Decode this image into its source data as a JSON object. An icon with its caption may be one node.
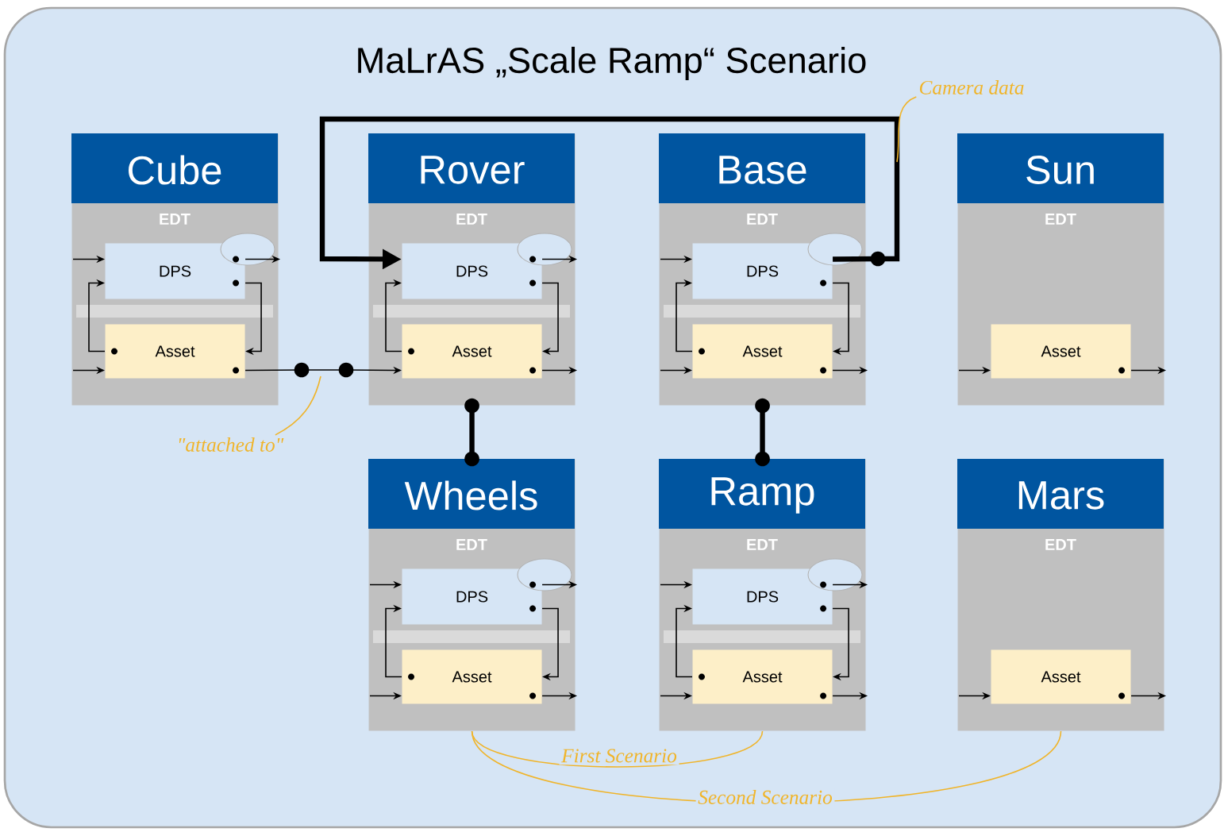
{
  "diagram": {
    "title": "MaLrAS „Scale Ramp“ Scenario",
    "nodes": [
      {
        "text": [
          "Cube",
          "EDT"
        ]
      },
      {
        "text": [
          "DPS"
        ],
        "in": 0
      },
      {
        "text": [
          "Asset"
        ],
        "in": 0
      },
      {
        "text": [
          "Rover",
          "EDT"
        ]
      },
      {
        "text": [
          "DPS"
        ],
        "in": 3
      },
      {
        "text": [
          "Asset"
        ],
        "in": 3
      },
      {
        "text": [
          "Base",
          "EDT"
        ]
      },
      {
        "text": [
          "DPS"
        ],
        "in": 6
      },
      {
        "text": [
          "Asset"
        ],
        "in": 6
      },
      {
        "text": [
          "Sun",
          "EDT"
        ]
      },
      {
        "text": [
          "Asset"
        ],
        "in": 9
      },
      {
        "text": [
          "Wheels",
          "EDT"
        ]
      },
      {
        "text": [
          "DPS"
        ],
        "in": 11
      },
      {
        "text": [
          "Asset"
        ],
        "in": 11
      },
      {
        "text": [
          "Ramp",
          "EDT"
        ]
      },
      {
        "text": [
          "DPS"
        ],
        "in": 14
      },
      {
        "text": [
          "Asset"
        ],
        "in": 14
      },
      {
        "text": [
          "Mars",
          "EDT"
        ]
      },
      {
        "text": [
          "Asset"
        ],
        "in": 17
      },
      {
        "text": [
          "Camera data"
        ]
      },
      {
        "text": [
          "\"attached to\""
        ]
      }
    ],
    "edges": [
      {
        "from": null,
        "to": 1,
        "arrow": "to"
      },
      {
        "from": 1,
        "to": null,
        "arrow": "to"
      },
      {
        "from": 1,
        "to": 2,
        "arrow": "to"
      },
      {
        "from": 2,
        "to": 1,
        "arrow": "to"
      },
      {
        "from": null,
        "to": 2,
        "arrow": "to"
      },
      {
        "from": 4,
        "to": null,
        "arrow": "to"
      },
      {
        "from": 4,
        "to": 5,
        "arrow": "to"
      },
      {
        "from": 5,
        "to": 4,
        "arrow": "to"
      },
      {
        "from": 5,
        "to": null,
        "arrow": "to"
      },
      {
        "from": null,
        "to": 7,
        "arrow": "to"
      },
      {
        "from": 7,
        "to": 8,
        "arrow": "to"
      },
      {
        "from": 8,
        "to": 7,
        "arrow": "to"
      },
      {
        "from": null,
        "to": 8,
        "arrow": "to"
      },
      {
        "from": 8,
        "to": null,
        "arrow": "to"
      },
      {
        "from": null,
        "to": 10,
        "arrow": "to"
      },
      {
        "from": 10,
        "to": null,
        "arrow": "to"
      },
      {
        "from": null,
        "to": 12,
        "arrow": "to"
      },
      {
        "from": 12,
        "to": null,
        "arrow": "to"
      },
      {
        "from": 12,
        "to": 13,
        "arrow": "to"
      },
      {
        "from": 13,
        "to": 12,
        "arrow": "to"
      },
      {
        "from": null,
        "to": 13,
        "arrow": "to"
      },
      {
        "from": 13,
        "to": null,
        "arrow": "to"
      },
      {
        "from": null,
        "to": 15,
        "arrow": "to"
      },
      {
        "from": 15,
        "to": null,
        "arrow": "to"
      },
      {
        "from": 15,
        "to": 16,
        "arrow": "to"
      },
      {
        "from": 16,
        "to": 15,
        "arrow": "to"
      },
      {
        "from": null,
        "to": 16,
        "arrow": "to"
      },
      {
        "from": 16,
        "to": null,
        "arrow": "to"
      },
      {
        "from": null,
        "to": 18,
        "arrow": "to"
      },
      {
        "from": 18,
        "to": null,
        "arrow": "to"
      },
      {
        "from": 2,
        "to": 5,
        "arrow": "to"
      },
      {
        "from": 7,
        "to": 4,
        "arrow": "to",
        "style": "thick"
      },
      {
        "from": 3,
        "to": 11,
        "arrow": "other",
        "style": "thick"
      },
      {
        "from": 6,
        "to": 14,
        "arrow": "other",
        "style": "thick"
      },
      {
        "from": 11,
        "to": 14,
        "arrow": "none",
        "color": "#f0b429",
        "label": "First Scenario"
      },
      {
        "from": 11,
        "to": 17,
        "arrow": "none",
        "color": "#f0b429",
        "label": "Second Scenario"
      },
      {
        "from": 19,
        "to": null,
        "arrow": "none",
        "color": "#f0b429"
      },
      {
        "from": 20,
        "to": null,
        "arrow": "none",
        "color": "#f0b429"
      }
    ]
  }
}
